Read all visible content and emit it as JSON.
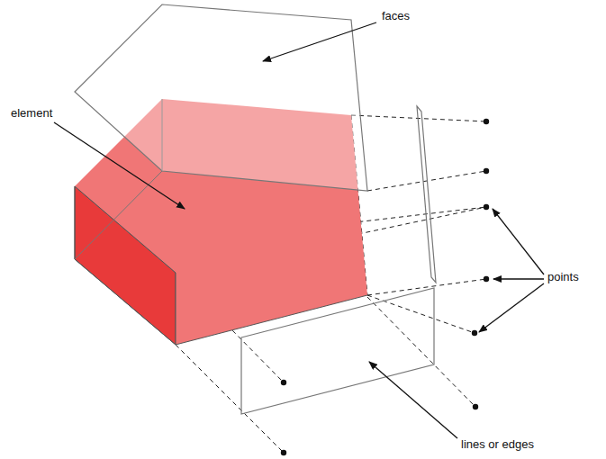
{
  "diagram": {
    "labels": [
      "faces",
      "element",
      "points",
      "lines or edges"
    ]
  }
}
